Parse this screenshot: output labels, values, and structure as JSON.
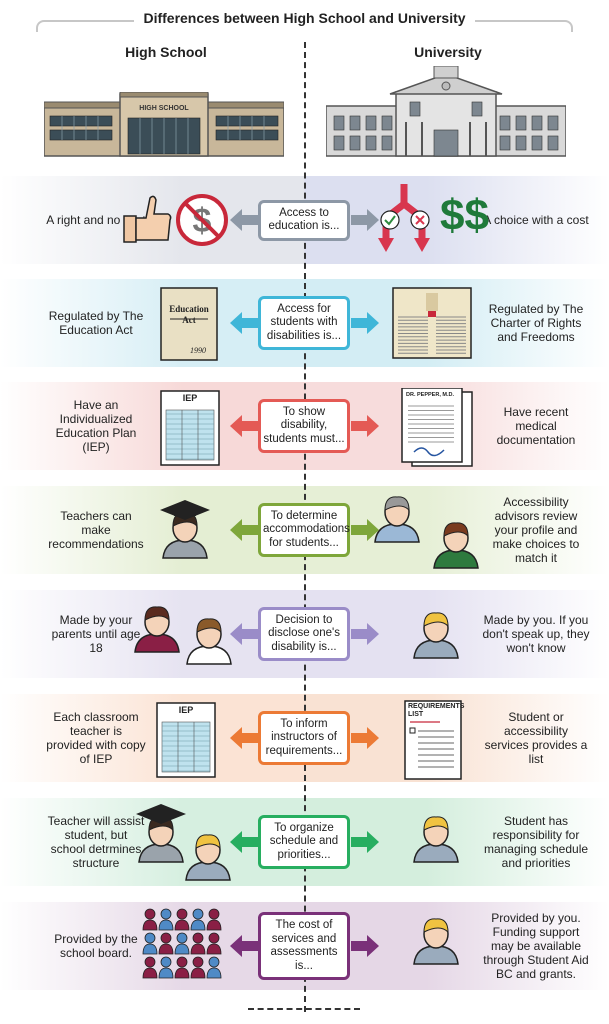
{
  "title": "Differences between High School and University",
  "columns": {
    "left": "High School",
    "right": "University"
  },
  "buildings": {
    "high_school_sign": "HIGH SCHOOL"
  },
  "rows": [
    {
      "left": "A right and no cost",
      "center": "Access to education is...",
      "right": "A choice with a cost",
      "color": "#8d98a6",
      "left_bg": "#e4e6ec",
      "right_bg": "#dcdff0",
      "icons": {
        "dollars": "$$"
      }
    },
    {
      "left": "Regulated by The Education Act",
      "center": "Access for students with disabilities is...",
      "right": "Regulated by The Charter of Rights and Freedoms",
      "color": "#3fb6d8",
      "left_bg": "#d6eef5",
      "right_bg": "#d3edf4",
      "icons": {
        "book_title": "Education Act",
        "book_year": "1990"
      }
    },
    {
      "left": "Have an Individualized Education Plan (IEP)",
      "center": "To show disability, students must...",
      "right": "Have recent medical documentation",
      "color": "#e45a55",
      "left_bg": "#f7d9d8",
      "right_bg": "#f7dcdc",
      "icons": {
        "iep": "IEP",
        "doctor": "DR. PEPPER, M.D."
      }
    },
    {
      "left": "Teachers can make recommendations",
      "center": "To determine accommodations for students...",
      "right": "Accessibility advisors review your profile and make choices to match it",
      "color": "#7ea63a",
      "left_bg": "#e4eed3",
      "right_bg": "#e6efd6"
    },
    {
      "left": "Made by your parents until age 18",
      "center": "Decision to disclose one's disability is...",
      "right": "Made by you. If you don't speak up, they won't know",
      "color": "#9a8cc8",
      "left_bg": "#e6e3f1",
      "right_bg": "#e4e1f1"
    },
    {
      "left": "Each classroom teacher is provided with copy of IEP",
      "center": "To inform instructors of requirements...",
      "right": "Student or accessibility services provides a list",
      "color": "#ec7a35",
      "left_bg": "#fbe3d4",
      "right_bg": "#f9e2d3",
      "icons": {
        "iep": "IEP",
        "list": "REQUIREMENTS LIST"
      }
    },
    {
      "left": "Teacher will assist student, but school detrmines structure",
      "center": "To organize schedule and priorities...",
      "right": "Student has responsibility for managing schedule and priorities",
      "color": "#27ae60",
      "left_bg": "#d6efe0",
      "right_bg": "#d4eedd"
    },
    {
      "left": "Provided by the school board.",
      "center": "The cost of services and assessments is...",
      "right": "Provided by you. Funding support may be available through Student Aid BC and grants.",
      "color": "#7a3179",
      "left_bg": "#e6d9e7",
      "right_bg": "#e5d7e6"
    }
  ]
}
